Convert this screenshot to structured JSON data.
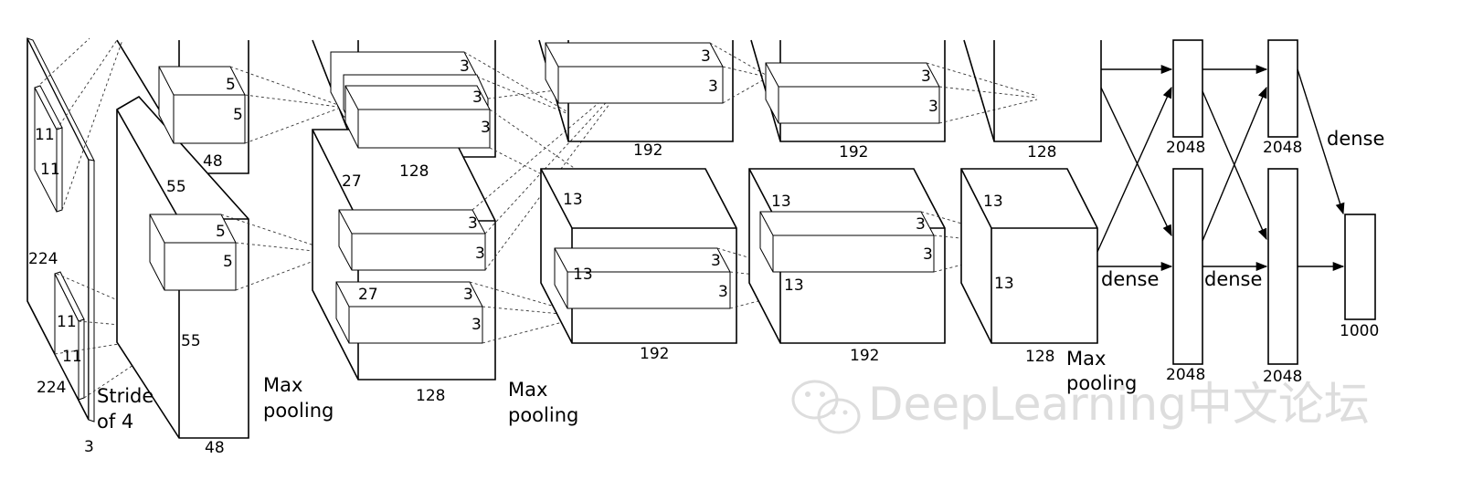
{
  "labels": {
    "input_a": "224",
    "input_b": "224",
    "input_depth": "3",
    "k11_a1": "11",
    "k11_a2": "11",
    "k11_b1": "11",
    "k11_b2": "11",
    "stride_1": "Stride",
    "stride_2": "of 4",
    "c1_side_a": "55",
    "c1_side_b": "55",
    "c1_depth_top": "48",
    "c1_depth_bot": "48",
    "k5_a1": "5",
    "k5_a2": "5",
    "k5_b1": "5",
    "k5_b2": "5",
    "maxpool1_1": "Max",
    "maxpool1_2": "pooling",
    "c2_side_a": "27",
    "c2_side_b": "27",
    "c2_depth_top": "128",
    "c2_depth_bot": "128",
    "k3_c2_1": "3",
    "k3_c2_2": "3",
    "k3_c2_3": "3",
    "k3_c2_4": "3",
    "k3_c2_5": "3",
    "k3_c2_6": "3",
    "k3_c2_7": "3",
    "maxpool2_1": "Max",
    "maxpool2_2": "pooling",
    "c3_side_a": "13",
    "c3_side_b": "13",
    "c3_depth_top": "192",
    "c3_depth_bot": "192",
    "k3_c3_1": "3",
    "k3_c3_2": "3",
    "k3_c3_3": "3",
    "k3_c3_4": "3",
    "c4_side_a": "13",
    "c4_side_b": "13",
    "c4_depth_top": "192",
    "c4_depth_bot": "192",
    "k3_c4_1": "3",
    "k3_c4_2": "3",
    "k3_c4_3": "3",
    "k3_c4_4": "3",
    "c5_side_a": "13",
    "c5_side_b": "13",
    "c5_depth_top": "128",
    "c5_depth_bot": "128",
    "maxpool3_1": "Max",
    "maxpool3_2": "pooling",
    "fc1_top": "2048",
    "fc1_bot": "2048",
    "fc2_top": "2048",
    "fc2_bot": "2048",
    "dense_1": "dense",
    "dense_2": "dense",
    "dense_3": "dense",
    "output": "1000"
  },
  "watermark": "DeepLearning中文论坛"
}
